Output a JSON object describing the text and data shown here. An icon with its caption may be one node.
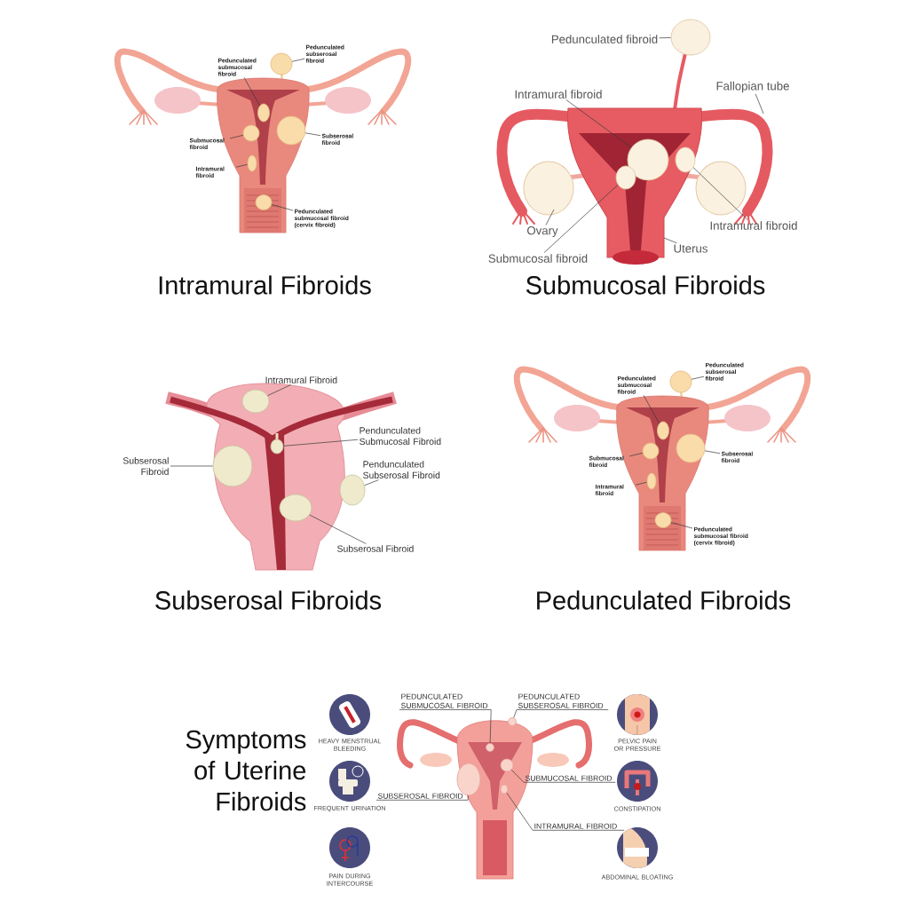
{
  "diagram": {
    "nodes": [
      {
        "text": [
          "Pedunculated subserosal fibroid"
        ]
      },
      {
        "text": [
          "Pedunculated submucosal fibroid"
        ]
      },
      {
        "text": [
          "Submucosal fibroid"
        ]
      },
      {
        "text": [
          "Subserosal fibroid"
        ]
      },
      {
        "text": [
          "Intramural fibroid"
        ]
      },
      {
        "text": [
          "Pedunculated submucosal fibroid (cervix fibroid)"
        ]
      },
      {
        "text": [],
        "shape": "circle"
      },
      {
        "text": [],
        "shape": "circle"
      },
      {
        "text": [],
        "shape": "circle"
      },
      {
        "text": [],
        "shape": "circle"
      },
      {
        "text": [],
        "shape": "circle"
      },
      {
        "text": [],
        "shape": "circle"
      },
      {
        "text": [
          "Pedunculated fibroid"
        ]
      },
      {
        "text": [
          "Intramural fibroid"
        ]
      },
      {
        "text": [
          "Fallopian tube"
        ]
      },
      {
        "text": [
          "Intramural fibroid"
        ]
      },
      {
        "text": [
          "Ovary"
        ]
      },
      {
        "text": [
          "Submucosal fibroid"
        ]
      },
      {
        "text": [
          "Uterus"
        ]
      },
      {
        "text": [],
        "shape": "circle"
      },
      {
        "text": [],
        "shape": "circle"
      },
      {
        "text": [],
        "shape": "circle"
      },
      {
        "text": [],
        "shape": "circle"
      },
      {
        "text": [
          "Intramural Fibroid"
        ]
      },
      {
        "text": [
          "Pendunculated Submucosal Fibroid"
        ]
      },
      {
        "text": [
          "Subserosal Fibroid"
        ]
      },
      {
        "text": [
          "Pendunculated Subserosal Fibroid"
        ]
      },
      {
        "text": [
          "Subserosal Fibroid"
        ]
      },
      {
        "text": [],
        "shape": "circle"
      },
      {
        "text": [],
        "shape": "circle"
      },
      {
        "text": [],
        "shape": "circle"
      },
      {
        "text": [],
        "shape": "circle"
      },
      {
        "text": [],
        "shape": "circle"
      },
      {
        "text": [
          "Pedunculated subserosal fibroid"
        ]
      },
      {
        "text": [
          "Pedunculated submucosal fibroid"
        ]
      },
      {
        "text": [
          "Submucosal fibroid"
        ]
      },
      {
        "text": [
          "Subserosal fibroid"
        ]
      },
      {
        "text": [
          "Intramural fibroid"
        ]
      },
      {
        "text": [
          "Pedunculated submucosal fibroid (cervix fibroid)"
        ]
      },
      {
        "text": [],
        "shape": "circle"
      },
      {
        "text": [],
        "shape": "circle"
      },
      {
        "text": [],
        "shape": "circle"
      },
      {
        "text": [],
        "shape": "circle"
      },
      {
        "text": [],
        "shape": "circle"
      },
      {
        "text": [],
        "shape": "circle"
      },
      {
        "text": [
          "PEDUNCULATED SUBMUCOSAL FIBROID"
        ]
      },
      {
        "text": [
          "PEDUNCULATED SUBSEROSAL FIBROID"
        ]
      },
      {
        "text": [
          "SUBMUCOSAL FIBROID"
        ]
      },
      {
        "text": [
          "SUBSEROSAL FIBROID"
        ]
      },
      {
        "text": [
          "INTRAMURAL FIBROID"
        ]
      },
      {
        "text": [],
        "shape": "circle"
      },
      {
        "text": [],
        "shape": "circle"
      },
      {
        "text": [],
        "shape": "circle"
      },
      {
        "text": [],
        "shape": "circle"
      },
      {
        "text": [],
        "shape": "circle"
      }
    ],
    "edges": [
      {
        "from": 0,
        "to": 6,
        "arrow": "none"
      },
      {
        "from": 1,
        "to": 7,
        "arrow": "none"
      },
      {
        "from": 2,
        "to": 8,
        "arrow": "none"
      },
      {
        "from": 3,
        "to": 9,
        "arrow": "none"
      },
      {
        "from": 4,
        "to": 10,
        "arrow": "none"
      },
      {
        "from": 5,
        "to": 11,
        "arrow": "none"
      },
      {
        "from": 12,
        "to": 19,
        "arrow": "none"
      },
      {
        "from": 13,
        "to": 20,
        "arrow": "none"
      },
      {
        "from": 14,
        "to": null,
        "arrow": "none"
      },
      {
        "from": 15,
        "to": 21,
        "arrow": "none"
      },
      {
        "from": 16,
        "to": null,
        "arrow": "none"
      },
      {
        "from": 17,
        "to": 22,
        "arrow": "none"
      },
      {
        "from": 18,
        "to": null,
        "arrow": "none"
      },
      {
        "from": 23,
        "to": 28,
        "arrow": "none"
      },
      {
        "from": 24,
        "to": 29,
        "arrow": "none"
      },
      {
        "from": 25,
        "to": 30,
        "arrow": "none"
      },
      {
        "from": 26,
        "to": 31,
        "arrow": "none"
      },
      {
        "from": 27,
        "to": 32,
        "arrow": "none"
      },
      {
        "from": 33,
        "to": 39,
        "arrow": "none"
      },
      {
        "from": 34,
        "to": 40,
        "arrow": "none"
      },
      {
        "from": 35,
        "to": 41,
        "arrow": "none"
      },
      {
        "from": 36,
        "to": 42,
        "arrow": "none"
      },
      {
        "from": 37,
        "to": 43,
        "arrow": "none"
      },
      {
        "from": 38,
        "to": 44,
        "arrow": "none"
      },
      {
        "from": 45,
        "to": 50,
        "arrow": "none"
      },
      {
        "from": 46,
        "to": 51,
        "arrow": "none"
      },
      {
        "from": 47,
        "to": 52,
        "arrow": "none"
      },
      {
        "from": 48,
        "to": 53,
        "arrow": "none"
      },
      {
        "from": 49,
        "to": 54,
        "arrow": "none"
      }
    ],
    "labels": [
      "Intramural Fibroids",
      "Submucosal Fibroids",
      "Subserosal Fibroids",
      "Pedunculated Fibroids",
      "HEAVY MENSTRUAL BLEEDING",
      "PELVIC PAIN OR PRESSURE",
      "Symptoms of Uterine Fibroids",
      "FREQUENT URINATION",
      "CONSTIPATION",
      "PAIN DURING INTERCOURSE",
      "ABDOMINAL BLOATING"
    ]
  }
}
